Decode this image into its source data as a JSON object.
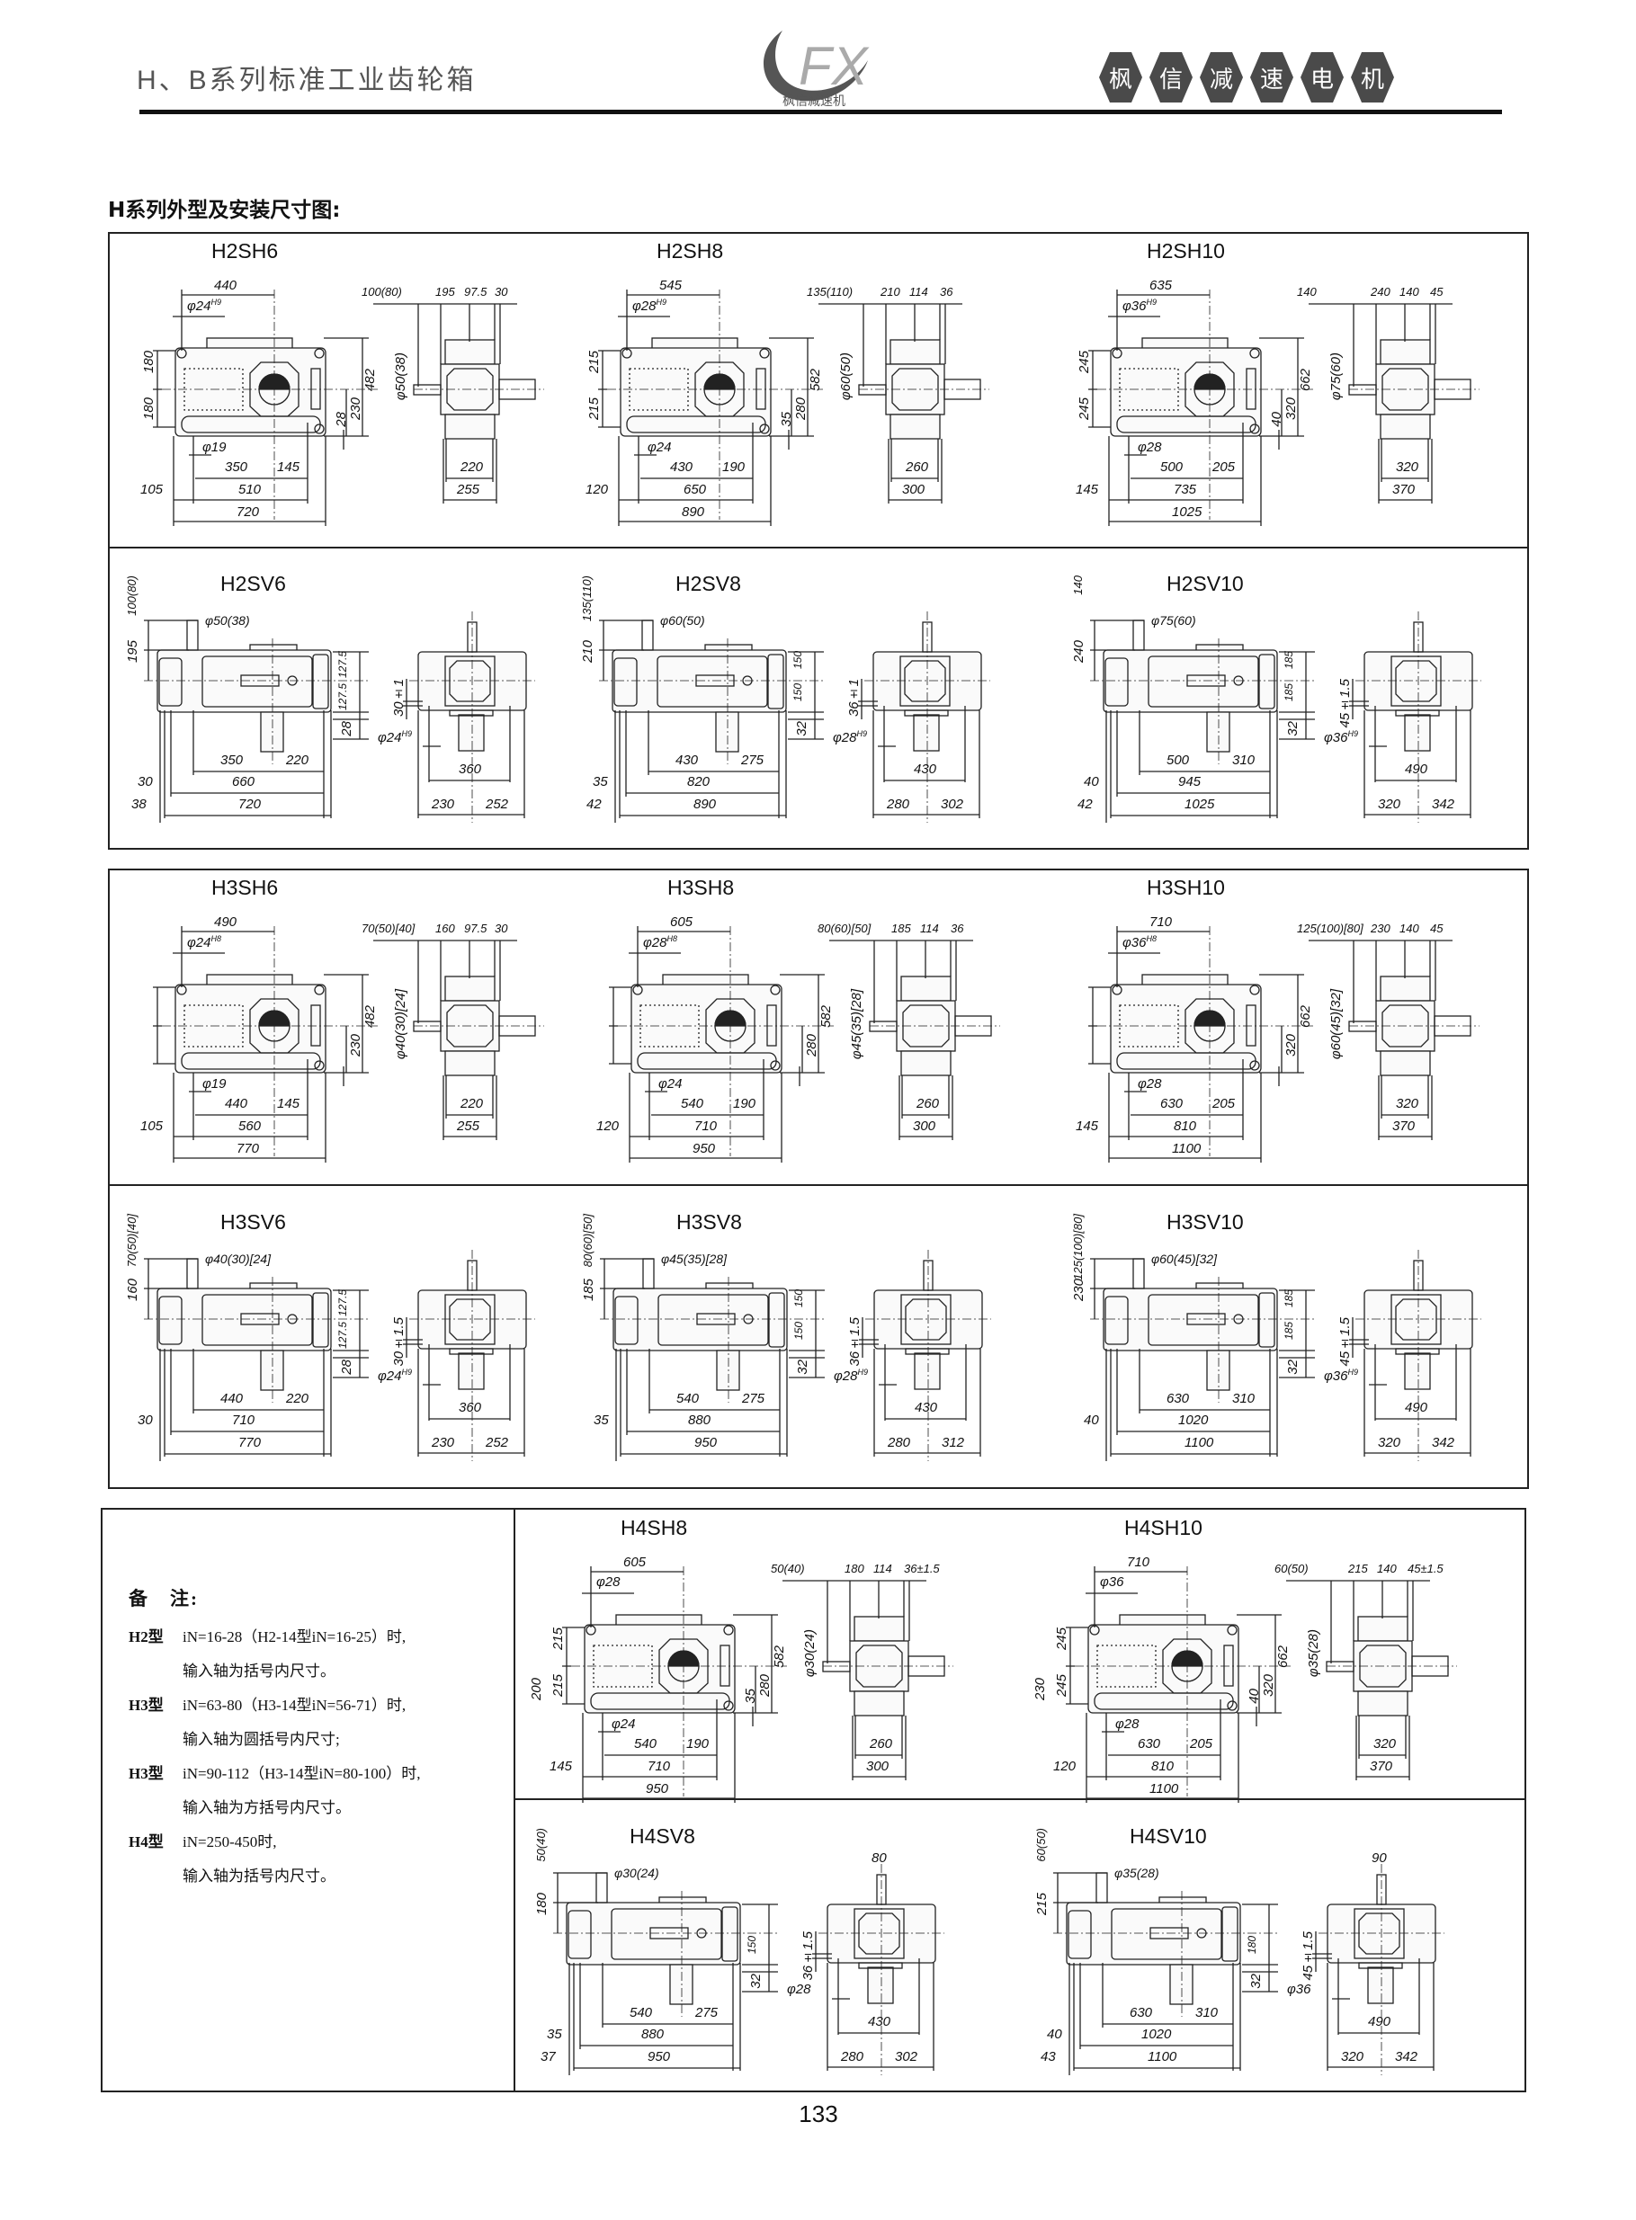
{
  "header": {
    "title": "H、B系列标准工业齿轮箱",
    "logo_text": "FX",
    "logo_subtitle": "枫信减速机",
    "badges": [
      "枫",
      "信",
      "减",
      "速",
      "电",
      "机"
    ]
  },
  "section_title": "H系列外型及安装尺寸图:",
  "notes": {
    "heading": "备　注:",
    "rows": [
      {
        "prefix": "H2型",
        "text": "iN=16-28（H2-14型iN=16-25）时,"
      },
      {
        "prefix": "",
        "text": "输入轴为括号内尺寸。"
      },
      {
        "prefix": "H3型",
        "text": "iN=63-80（H3-14型iN=56-71）时,"
      },
      {
        "prefix": "",
        "text": "输入轴为圆括号内尺寸;"
      },
      {
        "prefix": "H3型",
        "text": "iN=90-112（H3-14型iN=80-100）时,"
      },
      {
        "prefix": "",
        "text": "输入轴为方括号内尺寸。"
      },
      {
        "prefix": "H4型",
        "text": "iN=250-450时,"
      },
      {
        "prefix": "",
        "text": "输入轴为括号内尺寸。"
      }
    ]
  },
  "page_number": "133",
  "drawings": {
    "h2sh6": {
      "title": "H2SH6",
      "A": "440",
      "bore": "φ24",
      "bore_tol": "H9",
      "htop": "180",
      "hbot": "180",
      "htot": "482",
      "h1": "230",
      "h2": "28",
      "bolt": "φ19",
      "b1": "350",
      "b2": "145",
      "off": "105",
      "b3": "510",
      "total": "720",
      "shaft": "100(80)",
      "r1": "195",
      "r2": "97.5",
      "r3": "30",
      "phin": "φ50(38)",
      "s1": "220",
      "s2": "255"
    },
    "h2sh8": {
      "title": "H2SH8",
      "A": "545",
      "bore": "φ28",
      "bore_tol": "H9",
      "htop": "215",
      "hbot": "215",
      "htot": "582",
      "h1": "280",
      "h2": "35",
      "bolt": "φ24",
      "b1": "430",
      "b2": "190",
      "off": "120",
      "b3": "650",
      "total": "890",
      "shaft": "135(110)",
      "r1": "210",
      "r2": "114",
      "r3": "36",
      "phin": "φ60(50)",
      "s1": "260",
      "s2": "300"
    },
    "h2sh10": {
      "title": "H2SH10",
      "A": "635",
      "bore": "φ36",
      "bore_tol": "H9",
      "htop": "245",
      "hbot": "245",
      "htot": "662",
      "h1": "320",
      "h2": "40",
      "bolt": "φ28",
      "b1": "500",
      "b2": "205",
      "off": "145",
      "b3": "735",
      "total": "1025",
      "shaft": "140",
      "r1": "240",
      "r2": "140",
      "r3": "45",
      "phin": "φ75(60)",
      "s1": "320",
      "s2": "370"
    },
    "h2sv6": {
      "title": "H2SV6",
      "shaft": "100(80)",
      "hin": "195",
      "phin": "φ50(38)",
      "u1": "127.5",
      "u2": "127.5",
      "u3": "28",
      "b1": "350",
      "b2": "220",
      "off1": "30",
      "mid": "660",
      "off2": "38",
      "total": "720",
      "tol": "30±1",
      "bore": "φ24",
      "bore_tol": "H9",
      "s1": "360",
      "s2": "230",
      "s3": "252"
    },
    "h2sv8": {
      "title": "H2SV8",
      "shaft": "135(110)",
      "hin": "210",
      "phin": "φ60(50)",
      "u1": "150",
      "u2": "150",
      "u3": "32",
      "b1": "430",
      "b2": "275",
      "off1": "35",
      "mid": "820",
      "off2": "42",
      "total": "890",
      "tol": "36±1",
      "bore": "φ28",
      "bore_tol": "H9",
      "s1": "430",
      "s2": "280",
      "s3": "302"
    },
    "h2sv10": {
      "title": "H2SV10",
      "shaft": "140",
      "hin": "240",
      "phin": "φ75(60)",
      "u1": "185",
      "u2": "185",
      "u3": "32",
      "b1": "500",
      "b2": "310",
      "off1": "40",
      "mid": "945",
      "off2": "42",
      "total": "1025",
      "tol": "45±1.5",
      "bore": "φ36",
      "bore_tol": "H9",
      "s1": "490",
      "s2": "320",
      "s3": "342"
    },
    "h3sh6": {
      "title": "H3SH6",
      "A": "490",
      "bore": "φ24",
      "bore_tol": "H8",
      "htot": "482",
      "h1": "230",
      "bolt": "φ19",
      "b1": "440",
      "b2": "145",
      "off": "105",
      "b3": "560",
      "total": "770",
      "shaft": "70(50)[40]",
      "r1": "160",
      "r2": "97.5",
      "r3": "30",
      "phin": "φ40(30)[24]",
      "s1": "220",
      "s2": "255"
    },
    "h3sh8": {
      "title": "H3SH8",
      "A": "605",
      "bore": "φ28",
      "bore_tol": "H8",
      "htot": "582",
      "h1": "280",
      "bolt": "φ24",
      "b1": "540",
      "b2": "190",
      "off": "120",
      "b3": "710",
      "total": "950",
      "shaft": "80(60)[50]",
      "r1": "185",
      "r2": "114",
      "r3": "36",
      "phin": "φ45(35)[28]",
      "s1": "260",
      "s2": "300"
    },
    "h3sh10": {
      "title": "H3SH10",
      "A": "710",
      "bore": "φ36",
      "bore_tol": "H8",
      "htot": "662",
      "h1": "320",
      "bolt": "φ28",
      "b1": "630",
      "b2": "205",
      "off": "145",
      "b3": "810",
      "total": "1100",
      "shaft": "125(100)[80]",
      "r1": "230",
      "r2": "140",
      "r3": "45",
      "phin": "φ60(45)[32]",
      "s1": "320",
      "s2": "370"
    },
    "h3sv6": {
      "title": "H3SV6",
      "shaft": "70(50)[40]",
      "hin": "160",
      "phin": "φ40(30)[24]",
      "u1": "127.5",
      "u2": "127.5",
      "u3": "28",
      "b1": "440",
      "b2": "220",
      "off1": "30",
      "mid": "710",
      "total": "770",
      "tol": "30±1.5",
      "bore": "φ24",
      "bore_tol": "H9",
      "s1": "360",
      "s2": "230",
      "s3": "252"
    },
    "h3sv8": {
      "title": "H3SV8",
      "shaft": "80(60)[50]",
      "hin": "185",
      "phin": "φ45(35)[28]",
      "u1": "150",
      "u2": "150",
      "u3": "32",
      "b1": "540",
      "b2": "275",
      "off1": "35",
      "mid": "880",
      "total": "950",
      "tol": "36±1.5",
      "bore": "φ28",
      "bore_tol": "H9",
      "s1": "430",
      "s2": "280",
      "s3": "312"
    },
    "h3sv10": {
      "title": "H3SV10",
      "shaft": "125(100)[80]",
      "hin": "230",
      "phin": "φ60(45)[32]",
      "u1": "185",
      "u2": "185",
      "u3": "32",
      "b1": "630",
      "b2": "310",
      "off1": "40",
      "mid": "1020",
      "total": "1100",
      "tol": "45±1.5",
      "bore": "φ36",
      "bore_tol": "H9",
      "s1": "490",
      "s2": "320",
      "s3": "342"
    },
    "h4sh8": {
      "title": "H4SH8",
      "A": "605",
      "bore": "φ28",
      "htop": "215",
      "hbot": "215",
      "hleft": "200",
      "htot": "582",
      "h1": "280",
      "h2": "35",
      "bolt": "φ24",
      "b1": "540",
      "b2": "190",
      "off": "145",
      "b3": "710",
      "total": "950",
      "shaft": "50(40)",
      "r1": "180",
      "r2": "114",
      "r3": "36±1.5",
      "phin": "φ30(24)",
      "s1": "260",
      "s2": "300"
    },
    "h4sh10": {
      "title": "H4SH10",
      "A": "710",
      "bore": "φ36",
      "htop": "245",
      "hbot": "245",
      "hleft": "230",
      "htot": "662",
      "h1": "320",
      "h2": "40",
      "bolt": "φ28",
      "b1": "630",
      "b2": "205",
      "off": "120",
      "b3": "810",
      "total": "1100",
      "shaft": "60(50)",
      "r1": "215",
      "r2": "140",
      "r3": "45±1.5",
      "phin": "φ35(28)",
      "s1": "320",
      "s2": "370"
    },
    "h4sv8": {
      "title": "H4SV8",
      "shaft": "50(40)",
      "hin": "180",
      "phin": "φ30(24)",
      "u2": "150",
      "u3": "32",
      "b1": "540",
      "b2": "275",
      "off1": "35",
      "mid": "880",
      "off2": "37",
      "total": "950",
      "tol": "36±1.5",
      "bore": "φ28",
      "top": "80",
      "s1": "430",
      "s2": "280",
      "s3": "302"
    },
    "h4sv10": {
      "title": "H4SV10",
      "shaft": "60(50)",
      "hin": "215",
      "phin": "φ35(28)",
      "u2": "180",
      "u3": "32",
      "b1": "630",
      "b2": "310",
      "off1": "40",
      "mid": "1020",
      "off2": "43",
      "total": "1100",
      "tol": "45±1.5",
      "bore": "φ36",
      "top": "90",
      "s1": "490",
      "s2": "320",
      "s3": "342"
    }
  }
}
